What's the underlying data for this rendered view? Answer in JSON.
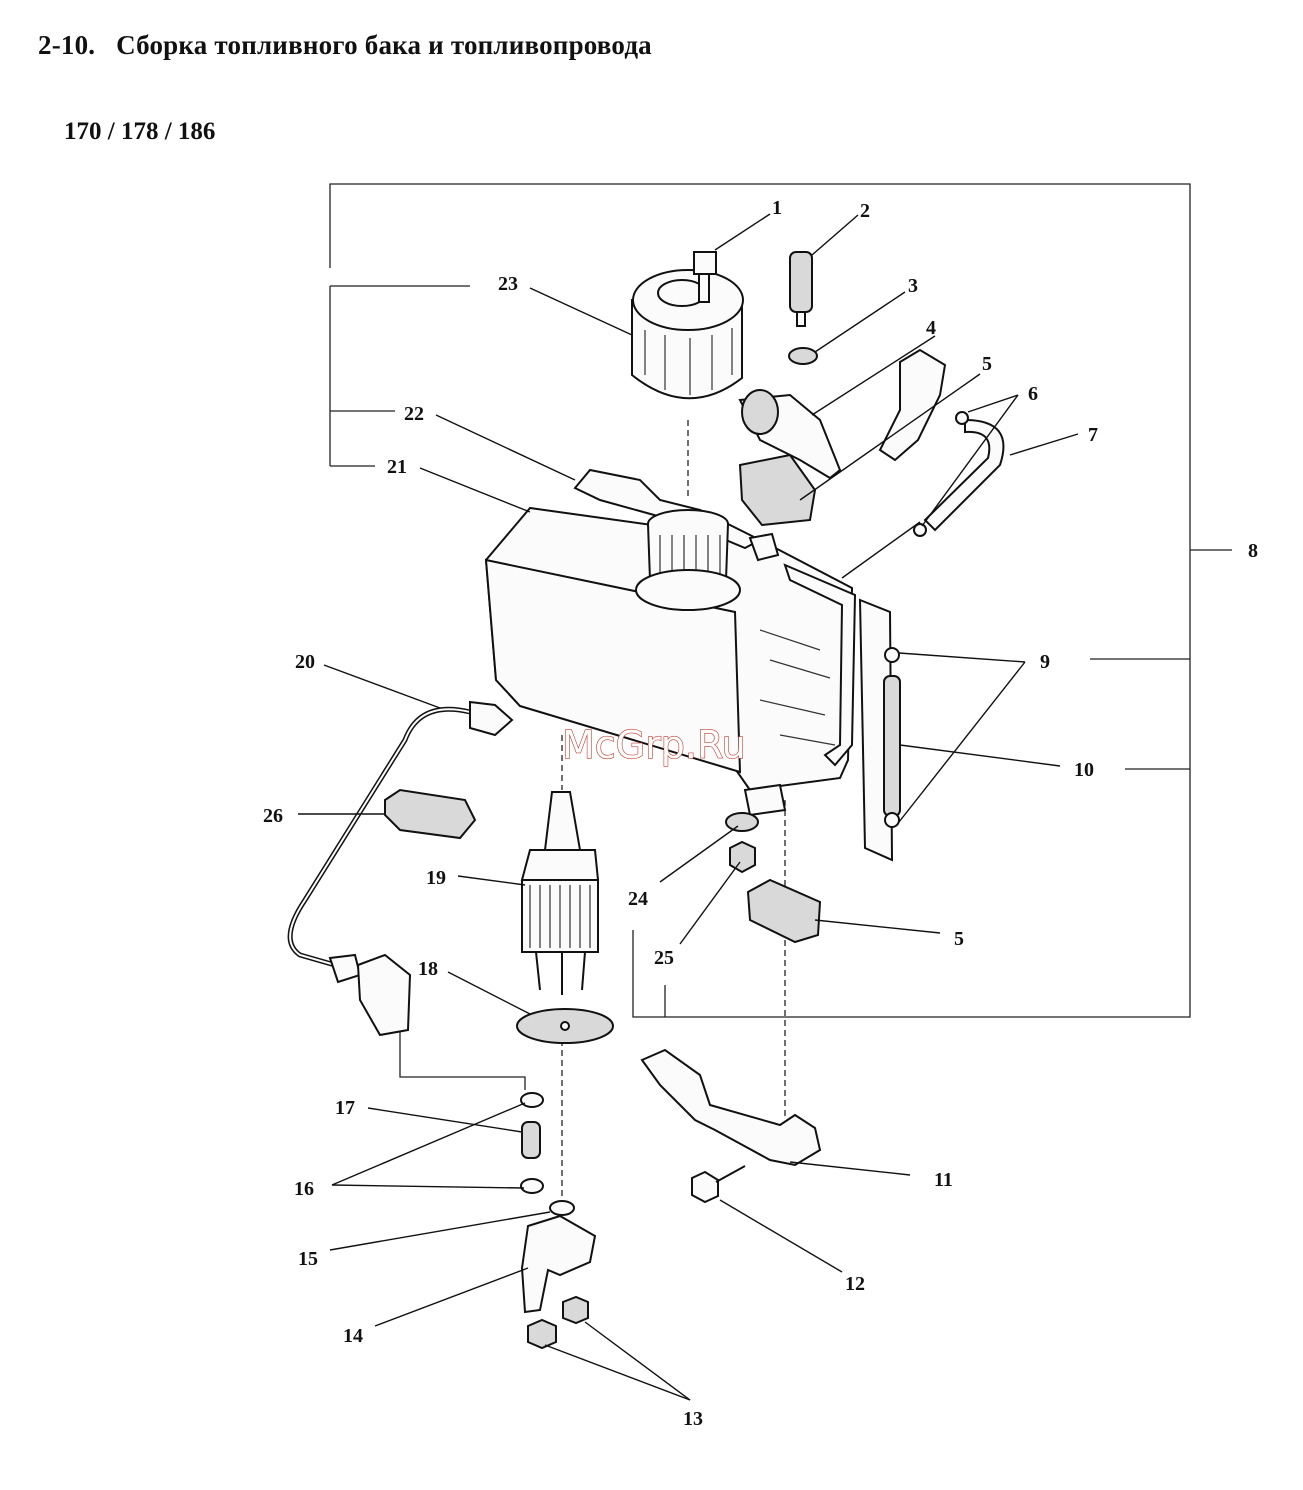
{
  "header": {
    "section_number": "2-10.",
    "title": "Сборка топливного бака и топливопровода",
    "models": "170 / 178 / 186"
  },
  "watermark": "McGrp.Ru",
  "callouts": [
    "1",
    "2",
    "3",
    "4",
    "5",
    "6",
    "7",
    "8",
    "9",
    "10",
    "11",
    "12",
    "13",
    "14",
    "15",
    "16",
    "17",
    "18",
    "19",
    "20",
    "21",
    "22",
    "23",
    "24",
    "25",
    "26",
    "5"
  ]
}
